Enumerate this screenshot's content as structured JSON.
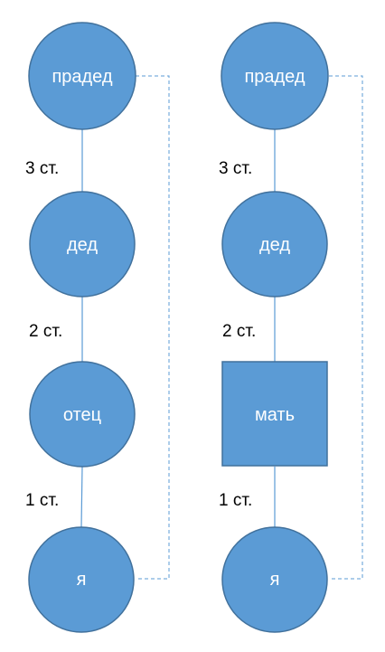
{
  "diagram": {
    "colors": {
      "node_fill": "#5b9bd5",
      "node_stroke": "#41719c",
      "connector": "#5b9bd5",
      "dashed_link": "#5b9bd5"
    },
    "left_chain": {
      "nodes": [
        {
          "label": "прадед",
          "shape": "circle"
        },
        {
          "label": "дед",
          "shape": "circle"
        },
        {
          "label": "отец",
          "shape": "circle"
        },
        {
          "label": "я",
          "shape": "circle"
        }
      ],
      "degrees": [
        "3 ст.",
        "2 ст.",
        "1 ст."
      ]
    },
    "right_chain": {
      "nodes": [
        {
          "label": "прадед",
          "shape": "circle"
        },
        {
          "label": "дед",
          "shape": "circle"
        },
        {
          "label": "мать",
          "shape": "square"
        },
        {
          "label": "я",
          "shape": "circle"
        }
      ],
      "degrees": [
        "3 ст.",
        "2 ст.",
        "1 ст."
      ]
    }
  }
}
